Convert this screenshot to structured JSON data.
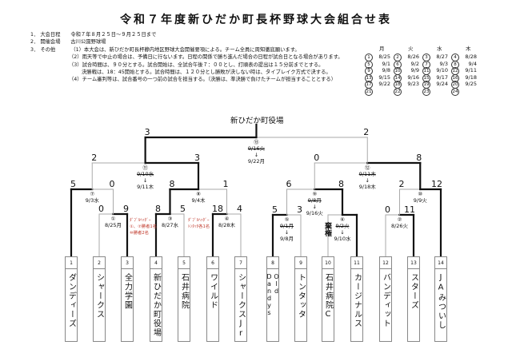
{
  "title": "令和７年度新ひだか町長杯野球大会組合せ表",
  "info": [
    {
      "num": "1．",
      "label": "大会日程",
      "value": "令和７年８月２５日～９月２５日まで"
    },
    {
      "num": "2．",
      "label": "開催会場",
      "value": "古川公園野球場"
    },
    {
      "num": "3．",
      "label": "その他",
      "value": "（1）本大会は、新ひだか町長杯静内地区野球大会開催要項による。チーム全員に周知徹底願います。"
    }
  ],
  "notes": [
    "（2）雨天等で中止の場合は、予備日に行ないます。日程の関係で勝ち進んだ場合の日程が試合日となる場合があります。",
    "（3）試合時間は、９０分とする。試合開始は、全試合午後７：００とし、打順表の提出は１５分前までとする。",
    "決勝戦は、18：45開始とする。試合時間は、１２０分とし勝敗が決しない時は、タイブレイク方式で決する。",
    "（4）チーム審判等は、試合番号の一つ前の試合を担当する。（決勝は、準決勝で負けたチームが担当することとする）"
  ],
  "schedule": {
    "headers": [
      "月",
      "火",
      "水",
      "木"
    ],
    "rows": [
      [
        [
          "1",
          "8/25"
        ],
        [
          "2",
          "8/26"
        ],
        [
          "3",
          "8/27"
        ],
        [
          "4",
          "8/28"
        ]
      ],
      [
        [
          "5",
          "9/1"
        ],
        [
          "6",
          "9/2"
        ],
        [
          "7",
          "9/3"
        ],
        [
          "8",
          "9/4"
        ]
      ],
      [
        [
          "9",
          "9/8"
        ],
        [
          "10",
          "9/9"
        ],
        [
          "11",
          "9/10"
        ],
        [
          "12",
          "9/11"
        ]
      ],
      [
        [
          "13",
          "9/15"
        ],
        [
          "14",
          "9/16"
        ],
        [
          "15",
          "9/17"
        ],
        [
          "16",
          "9/18"
        ]
      ],
      [
        [
          "17",
          "9/22"
        ],
        [
          "18",
          "9/23"
        ],
        [
          "19",
          "9/24"
        ],
        [
          "20",
          "9/25"
        ]
      ],
      [
        [
          "21",
          ""
        ],
        [
          "22",
          ""
        ],
        [
          "23",
          ""
        ],
        [
          "24",
          ""
        ]
      ]
    ]
  },
  "champion": "新ひだか町役場",
  "teams": [
    {
      "no": "1",
      "name": "ダンディーズ"
    },
    {
      "no": "2",
      "name": "シャークス"
    },
    {
      "no": "3",
      "name": "全力学園"
    },
    {
      "no": "4",
      "name": "新ひだか町役場"
    },
    {
      "no": "5",
      "name": "石井病院"
    },
    {
      "no": "6",
      "name": "ワイルド"
    },
    {
      "no": "7",
      "name": "シャークスJr"
    },
    {
      "no": "8",
      "name": "Old Dandys"
    },
    {
      "no": "9",
      "name": "トンタッタ"
    },
    {
      "no": "10",
      "name": "石井病院C"
    },
    {
      "no": "11",
      "name": "カージナルス"
    },
    {
      "no": "12",
      "name": "バンディット"
    },
    {
      "no": "13",
      "name": "スターズ"
    },
    {
      "no": "14",
      "name": "JAみついし"
    }
  ],
  "matches": {
    "m1": {
      "no": "①",
      "date": "8/25月",
      "scores": [
        "0",
        "9"
      ],
      "winner": "right"
    },
    "m2": {
      "no": "②",
      "date": "8/26火",
      "scores": [
        "0",
        "11"
      ],
      "winner": "right"
    },
    "m3": {
      "no": "③",
      "date": "8/27水",
      "scores": [
        "8",
        "5"
      ],
      "winner": "left"
    },
    "m4": {
      "no": "④",
      "date": "8/28木",
      "scores": [
        "18",
        "4"
      ],
      "winner": "left"
    },
    "m5": {
      "no": "⑤",
      "old_date": "9/1月",
      "arrow": "↓",
      "date": "9/8月",
      "scores": [
        "5",
        "3"
      ],
      "winner": "left"
    },
    "m6": {
      "no": "⑥",
      "old_date": "9/2火",
      "arrow": "↓",
      "date": "9/10水",
      "scores": [
        "",
        ""
      ],
      "winner": "right",
      "forfeit": "棄権"
    },
    "m7": {
      "no": "⑦",
      "date": "9/3水",
      "scores": [
        "5",
        "0"
      ],
      "winner": "left"
    },
    "m8": {
      "no": "⑧",
      "date": "9/4木",
      "scores": [
        "8",
        "1"
      ],
      "winner": "left"
    },
    "m9": {
      "no": "⑨",
      "old_date": "9/8月",
      "arrow": "↓",
      "date": "9/16火",
      "scores": [
        "6",
        "8"
      ],
      "winner": "right"
    },
    "m10": {
      "no": "⑩",
      "date": "9/9火",
      "scores": [
        "2",
        "12"
      ],
      "winner": "right"
    },
    "m11": {
      "no": "⑪",
      "old_date": "9/10水",
      "arrow": "↓",
      "date": "9/11木",
      "scores": [
        "2",
        "3"
      ],
      "winner": "right"
    },
    "m12": {
      "no": "⑫",
      "old_date": "9/11木",
      "arrow": "↓",
      "date": "9/18木",
      "scores": [
        "0",
        "8"
      ],
      "winner": "right"
    },
    "m13": {
      "no": "⑬",
      "old_date": "9/16火",
      "arrow": "↓",
      "date": "9/22月",
      "scores": [
        "3",
        "2"
      ],
      "winner": "left"
    }
  },
  "red_notes": [
    {
      "line1": "ﾀﾞﾌﾞﾙﾍｯﾀﾞｰ",
      "line2": "①、⑦勝者1名",
      "line3": "⑩勝者2名"
    },
    {
      "line1": "ﾀﾞﾌﾞﾙﾍｯﾀﾞｰ",
      "line2": "ﾄﾝﾀｯﾀ各1名"
    }
  ],
  "colors": {
    "bold_line": "#111111",
    "thin_line": "#aaaaaa",
    "note_red": "#c0392b"
  }
}
